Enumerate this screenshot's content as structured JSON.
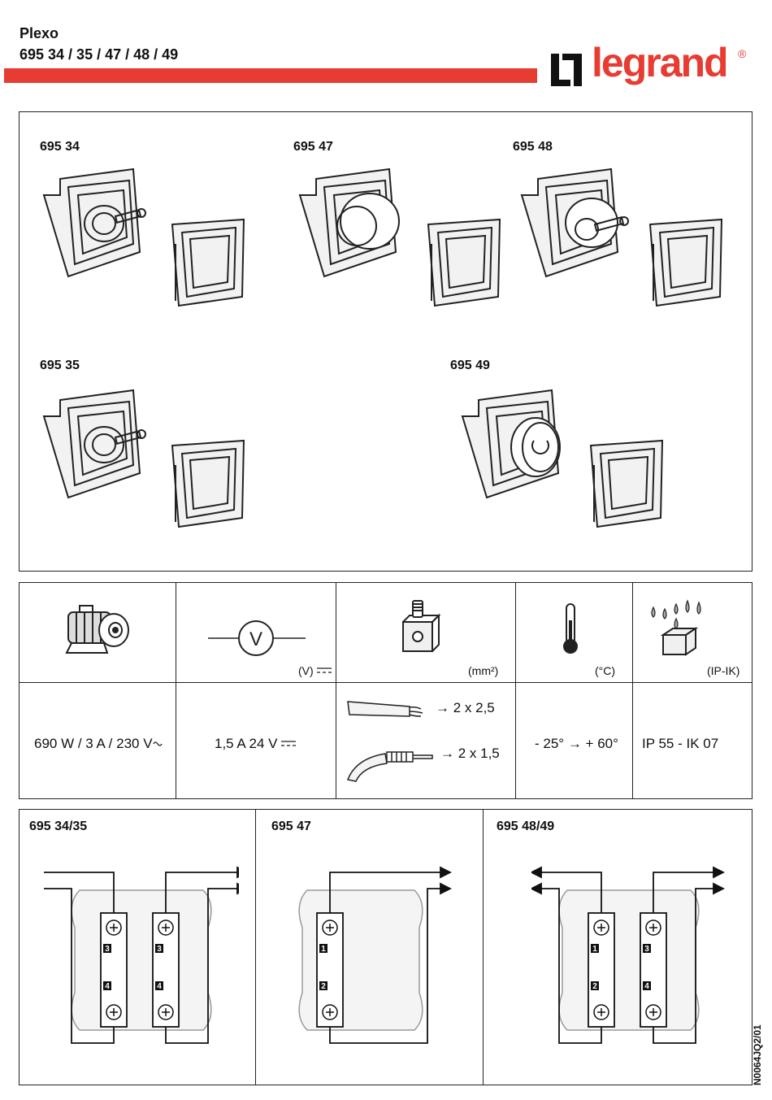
{
  "header": {
    "brand_line": "Plexo",
    "references_line": "695 34 / 35 / 47 / 48 / 49",
    "logo_text": "legrand",
    "logo_reg": "®",
    "accent_color": "#e63c32"
  },
  "products": [
    {
      "ref": "695 34",
      "type": "key-switch"
    },
    {
      "ref": "695 47",
      "type": "push-button"
    },
    {
      "ref": "695 48",
      "type": "key-switch"
    },
    {
      "ref": "695 35",
      "type": "key-switch"
    },
    {
      "ref": "695 49",
      "type": "emergency-stop"
    }
  ],
  "specs": {
    "headers": [
      "",
      "(V)",
      "(mm²)",
      "(°C)",
      "(IP-IK)"
    ],
    "power": "690 W / 3 A / 230 V",
    "dc_rating": "1,5 A  24 V",
    "wire_flexible": "→ 2 x 2,5",
    "wire_rigid": "→ 2 x 1,5",
    "temperature": "- 25° → + 60°",
    "protection": "IP 55 - IK 07",
    "icons": [
      "motor-icon",
      "voltmeter-icon",
      "terminal-icon",
      "thermometer-icon",
      "water-drops-icon"
    ]
  },
  "wiring": [
    {
      "label": "695 34/35",
      "terminals": [
        "3",
        "4",
        "3",
        "4"
      ]
    },
    {
      "label": "695 47",
      "terminals": [
        "1",
        "2"
      ]
    },
    {
      "label": "695 48/49",
      "terminals": [
        "1",
        "2",
        "3",
        "4"
      ]
    }
  ],
  "doc_id": "N0064JQ2/01"
}
